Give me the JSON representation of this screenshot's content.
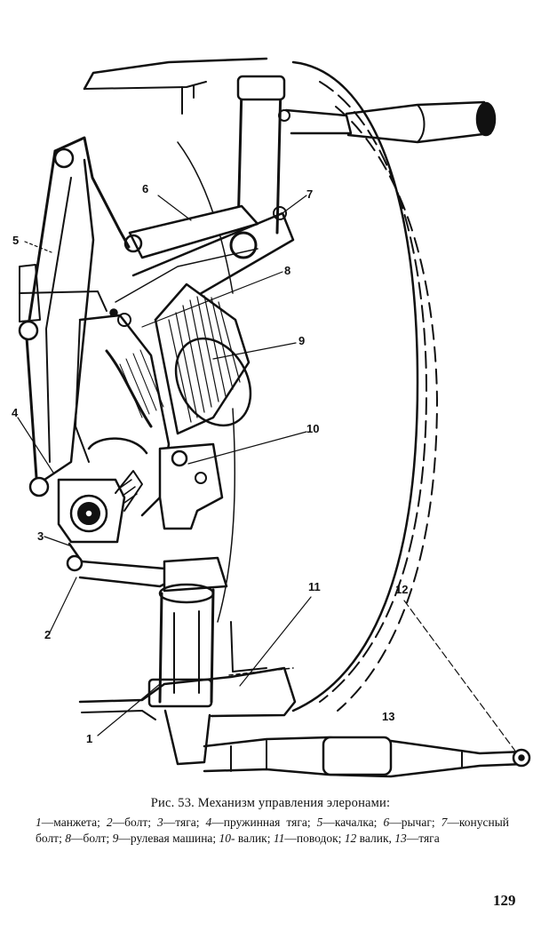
{
  "figure": {
    "callouts": [
      {
        "id": "c1",
        "text": "1"
      },
      {
        "id": "c2",
        "text": "2"
      },
      {
        "id": "c3",
        "text": "3"
      },
      {
        "id": "c4",
        "text": "4"
      },
      {
        "id": "c5",
        "text": "5"
      },
      {
        "id": "c6",
        "text": "6"
      },
      {
        "id": "c7",
        "text": "7"
      },
      {
        "id": "c8",
        "text": "8"
      },
      {
        "id": "c9",
        "text": "9"
      },
      {
        "id": "c10",
        "text": "10"
      },
      {
        "id": "c11",
        "text": "11"
      },
      {
        "id": "c12",
        "text": "12"
      },
      {
        "id": "c13",
        "text": "13"
      }
    ]
  },
  "caption": {
    "title": "Рис. 53. Механизм управления элеронами:",
    "legend": [
      {
        "num": "1",
        "text": "—манжета; "
      },
      {
        "num": "2",
        "text": "—болт; "
      },
      {
        "num": "3",
        "text": "—тяга; "
      },
      {
        "num": "4",
        "text": "—пружинная тяга; "
      },
      {
        "num": "5",
        "text": "—качалка; "
      },
      {
        "num": "6",
        "text": "—рычаг; "
      },
      {
        "num": "7",
        "text": "—конусный болт; "
      },
      {
        "num": "8",
        "text": "—болт; "
      },
      {
        "num": "9",
        "text": "—рулевая машина; "
      },
      {
        "num": "10",
        "text": "- валик; "
      },
      {
        "num": "11",
        "text": "—поводок; "
      },
      {
        "num": "12",
        "text": " валик, "
      },
      {
        "num": "13",
        "text": "—тяга"
      }
    ]
  },
  "page_number": "129"
}
